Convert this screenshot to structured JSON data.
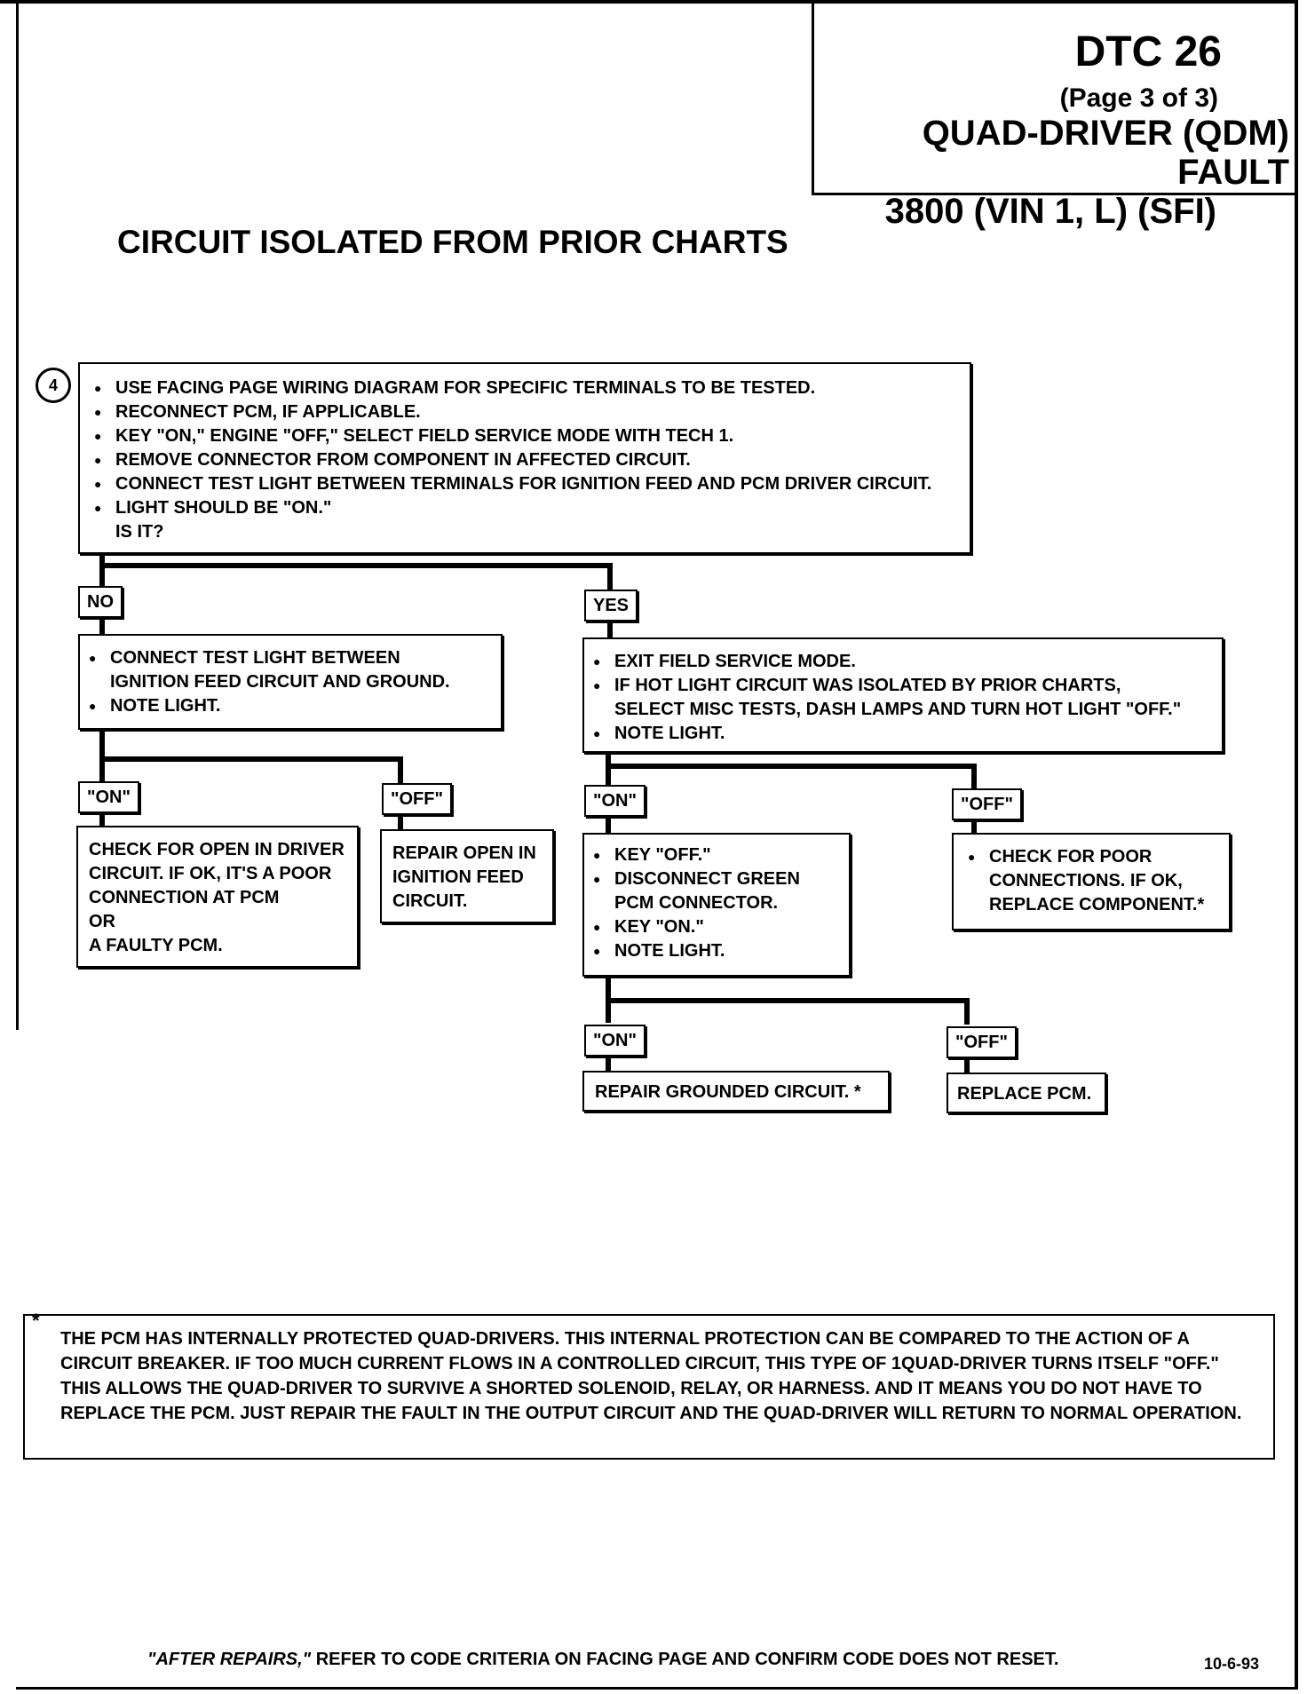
{
  "title": {
    "code": "DTC 26",
    "page": "(Page 3 of 3)",
    "name": "QUAD-DRIVER (QDM) FAULT",
    "engine": "3800  (VIN 1, L)  (SFI)"
  },
  "heading": "CIRCUIT ISOLATED FROM PRIOR CHARTS",
  "step_number": "4",
  "step4": [
    "USE FACING PAGE WIRING DIAGRAM FOR SPECIFIC TERMINALS TO BE TESTED.",
    "RECONNECT PCM, IF APPLICABLE.",
    "KEY \"ON,\" ENGINE \"OFF,\" SELECT FIELD SERVICE MODE WITH TECH 1.",
    "REMOVE CONNECTOR FROM COMPONENT IN AFFECTED CIRCUIT.",
    "CONNECT TEST LIGHT BETWEEN TERMINALS FOR IGNITION FEED AND PCM DRIVER CIRCUIT.",
    "LIGHT SHOULD BE \"ON.\"",
    "IS IT?"
  ],
  "labels": {
    "no": "NO",
    "yes": "YES",
    "on": "\"ON\"",
    "off": "\"OFF\""
  },
  "no_branch": [
    "CONNECT TEST LIGHT BETWEEN",
    "IGNITION FEED CIRCUIT AND GROUND.",
    "NOTE LIGHT."
  ],
  "yes_branch": [
    "EXIT FIELD SERVICE MODE.",
    "IF HOT LIGHT CIRCUIT WAS ISOLATED BY PRIOR CHARTS,",
    "SELECT MISC TESTS, DASH LAMPS AND TURN HOT LIGHT \"OFF.\"",
    "NOTE LIGHT."
  ],
  "no_on_result": [
    "CHECK FOR OPEN IN DRIVER",
    "CIRCUIT.  IF OK, IT'S A POOR",
    "CONNECTION AT PCM",
    "OR",
    "A FAULTY PCM."
  ],
  "no_off_result": [
    "REPAIR OPEN IN",
    "IGNITION FEED",
    "CIRCUIT."
  ],
  "yes_on_step": [
    "KEY \"OFF.\"",
    "DISCONNECT GREEN",
    "PCM CONNECTOR.",
    "KEY \"ON.\"",
    "NOTE LIGHT."
  ],
  "yes_off_result": [
    "CHECK FOR POOR",
    "CONNECTIONS.  IF OK,",
    "REPLACE COMPONENT.*"
  ],
  "final_on_result": "REPAIR GROUNDED CIRCUIT. *",
  "final_off_result": "REPLACE PCM.",
  "note_star": "*",
  "note": "THE PCM HAS INTERNALLY PROTECTED QUAD-DRIVERS.  THIS INTERNAL PROTECTION CAN BE COMPARED TO THE ACTION OF A CIRCUIT BREAKER.  IF TOO MUCH CURRENT FLOWS IN A CONTROLLED CIRCUIT,  THIS TYPE OF 1QUAD-DRIVER TURNS ITSELF \"OFF.\"  THIS ALLOWS THE QUAD-DRIVER TO SURVIVE A SHORTED SOLENOID, RELAY, OR HARNESS.  AND IT MEANS YOU DO NOT HAVE TO REPLACE THE PCM.  JUST REPAIR THE FAULT IN THE OUTPUT CIRCUIT AND THE QUAD-DRIVER WILL RETURN TO NORMAL OPERATION.",
  "footer": {
    "italic": "\"AFTER REPAIRS,\"",
    "rest": " REFER TO CODE CRITERIA ON FACING PAGE AND CONFIRM CODE DOES NOT RESET."
  },
  "date": "10-6-93"
}
